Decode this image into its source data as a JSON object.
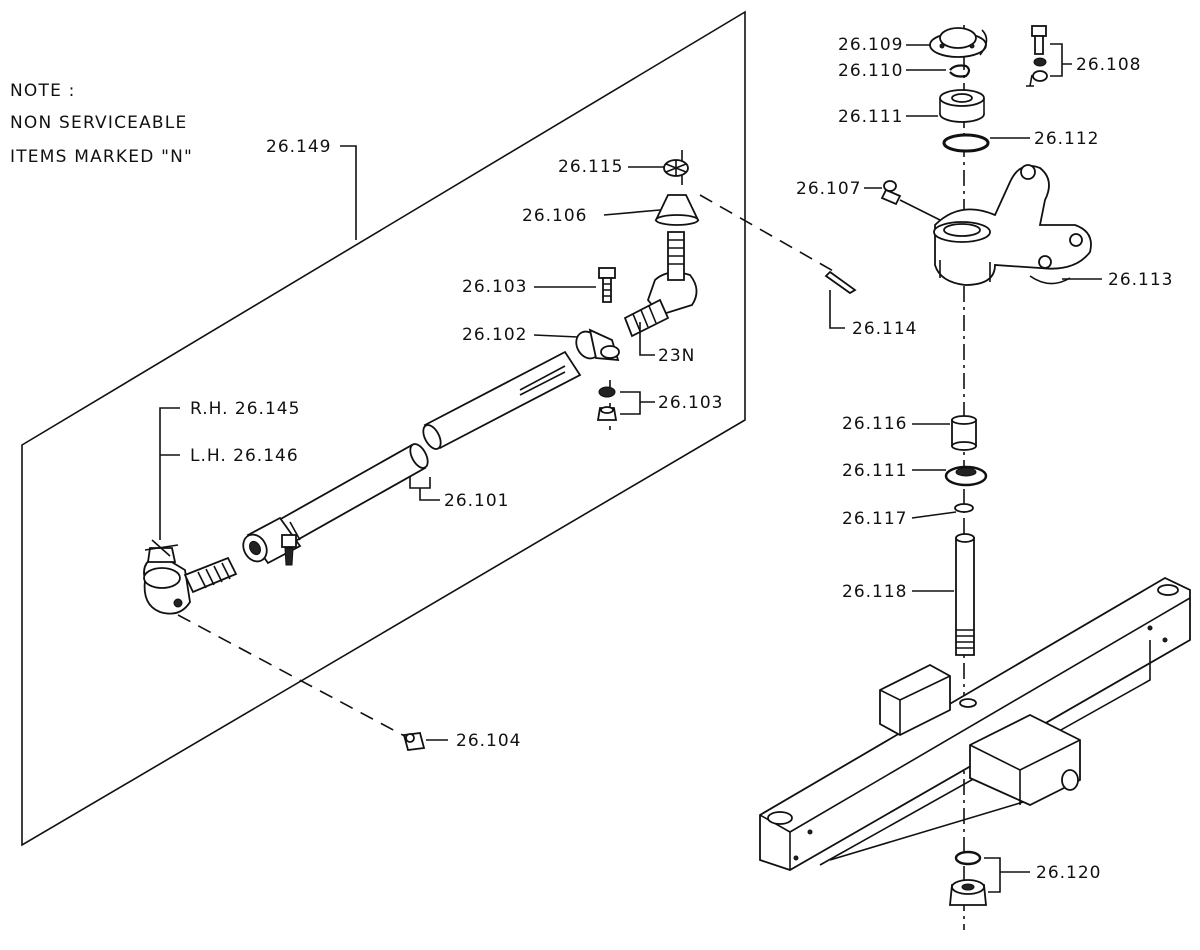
{
  "note": {
    "line1": "NOTE :",
    "line2": "NON SERVICEABLE",
    "line3": "ITEMS MARKED \"N\""
  },
  "labels": {
    "p26_149": "26.149",
    "p26_115": "26.115",
    "p26_106": "26.106",
    "p26_103_top": "26.103",
    "p26_102": "26.102",
    "p23n": "23N",
    "p26_103_bottom": "26.103",
    "p26_101": "26.101",
    "p26_145": "R.H. 26.145",
    "p26_146": "L.H. 26.146",
    "p26_104": "26.104",
    "p26_114": "26.114",
    "p26_109": "26.109",
    "p26_110": "26.110",
    "p26_108": "26.108",
    "p26_111_top": "26.111",
    "p26_112": "26.112",
    "p26_107": "26.107",
    "p26_113": "26.113",
    "p26_116": "26.116",
    "p26_111_bottom": "26.111",
    "p26_117": "26.117",
    "p26_118": "26.118",
    "p26_120": "26.120"
  }
}
